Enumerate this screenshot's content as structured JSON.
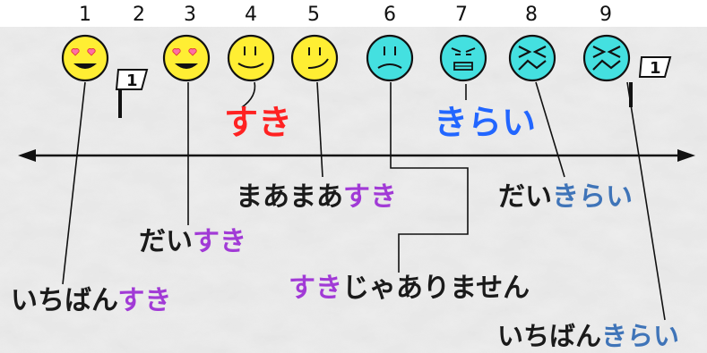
{
  "numbers": [
    "1",
    "2",
    "3",
    "4",
    "5",
    "6",
    "7",
    "8",
    "9"
  ],
  "headings": {
    "like": "すき",
    "dislike": "きらい"
  },
  "flag_text": "1",
  "labels": {
    "ichiban_suki": {
      "a": "いちばん",
      "b": "すき"
    },
    "dai_suki": {
      "a": "だい",
      "b": "すき"
    },
    "maamaa_suki": {
      "a": "まあまあ",
      "b": "すき"
    },
    "suki_ja_arimasen": {
      "a": "すき",
      "b": "じゃありません"
    },
    "dai_kirai": {
      "a": "だい",
      "b": "きらい"
    },
    "ichiban_kirai": {
      "a": "いちばん",
      "b": "きらい"
    }
  },
  "faces": [
    {
      "num": "1",
      "mood": "heart-eyes",
      "color": "#ffee33"
    },
    {
      "num": "3",
      "mood": "heart-eyes",
      "color": "#ffee33"
    },
    {
      "num": "4",
      "mood": "smile",
      "color": "#ffee33"
    },
    {
      "num": "5",
      "mood": "slight-smile",
      "color": "#ffee33"
    },
    {
      "num": "6",
      "mood": "sad",
      "color": "#44e0e0"
    },
    {
      "num": "7",
      "mood": "angry",
      "color": "#44e0e0"
    },
    {
      "num": "8",
      "mood": "very-angry",
      "color": "#44e0e0"
    },
    {
      "num": "9",
      "mood": "very-angry",
      "color": "#44e0e0"
    }
  ],
  "colors": {
    "like_heading": "#ff2222",
    "dislike_heading": "#2266ff",
    "purple": "#a13ad6",
    "blue": "#3f74b8"
  }
}
